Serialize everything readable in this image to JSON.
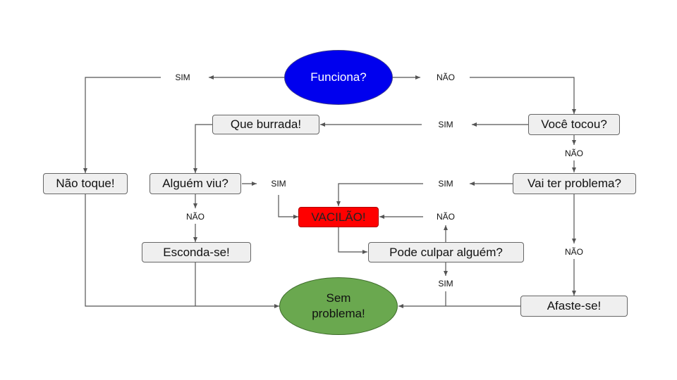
{
  "colors": {
    "start": "#0000ee",
    "start_text": "#ffffff",
    "end": "#6aa84f",
    "end_text": "#111111",
    "alert": "#ff0000",
    "box": "#efefef",
    "line": "#555555"
  },
  "nodes": {
    "funciona": "Funciona?",
    "voce_tocou": "Você tocou?",
    "que_burrada": "Que burrada!",
    "nao_toque": "Não toque!",
    "alguem_viu": "Alguém viu?",
    "vai_ter_problema": "Vai ter problema?",
    "vacilao": "VACILÃO!",
    "esconda_se": "Esconda-se!",
    "pode_culpar": "Pode culpar alguém?",
    "sem_problema": "Sem problema!",
    "afaste_se": "Afaste-se!"
  },
  "edge_labels": {
    "funciona_sim": "SIM",
    "funciona_nao": "NÃO",
    "tocou_sim": "SIM",
    "tocou_nao": "NÃO",
    "viu_sim": "SIM",
    "viu_nao": "NÃO",
    "problema_sim": "SIM",
    "problema_nao": "NÃO",
    "culpar_nao": "NÃO",
    "culpar_sim": "SIM"
  }
}
